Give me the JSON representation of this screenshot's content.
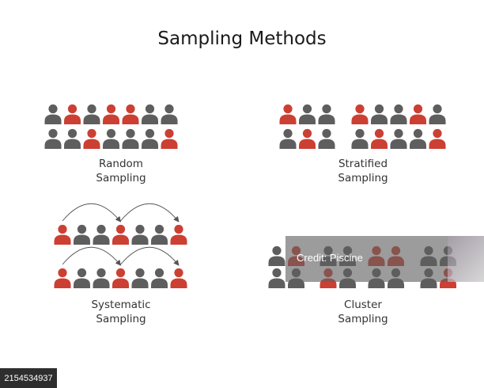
{
  "title": "Sampling Methods",
  "colors": {
    "selected": "#cc3f33",
    "unselected": "#5e5e5e",
    "arrow": "#555555"
  },
  "diagrams": {
    "random": {
      "caption_line1": "Random",
      "caption_line2": "Sampling",
      "rows": [
        [
          0,
          1,
          0,
          1,
          1,
          0,
          0
        ],
        [
          0,
          0,
          1,
          0,
          0,
          0,
          1
        ]
      ]
    },
    "stratified": {
      "caption_line1": "Stratified",
      "caption_line2": "Sampling",
      "groups": [
        [
          [
            1,
            0,
            0
          ],
          [
            0,
            1,
            0
          ]
        ],
        [
          [
            1,
            0,
            0,
            1,
            0
          ],
          [
            0,
            1,
            0,
            0,
            1
          ]
        ]
      ]
    },
    "systematic": {
      "caption_line1": "Systematic",
      "caption_line2": "Sampling",
      "rows": [
        [
          1,
          0,
          0,
          1,
          0,
          0,
          1
        ],
        [
          1,
          0,
          0,
          1,
          0,
          0,
          1
        ]
      ],
      "arrows": [
        [
          0,
          3
        ],
        [
          3,
          6
        ]
      ]
    },
    "cluster": {
      "caption_line1": "Cluster",
      "caption_line2": "Sampling",
      "clusters": [
        [
          [
            0,
            1
          ],
          [
            0,
            0
          ]
        ],
        [
          [
            0,
            0
          ],
          [
            1,
            0
          ]
        ],
        [
          [
            1,
            1
          ],
          [
            0,
            0
          ]
        ],
        [
          [
            0,
            0
          ],
          [
            0,
            1
          ]
        ]
      ]
    }
  },
  "watermark": {
    "brand": "Credit: Piscine"
  },
  "image_id": "2154534937"
}
